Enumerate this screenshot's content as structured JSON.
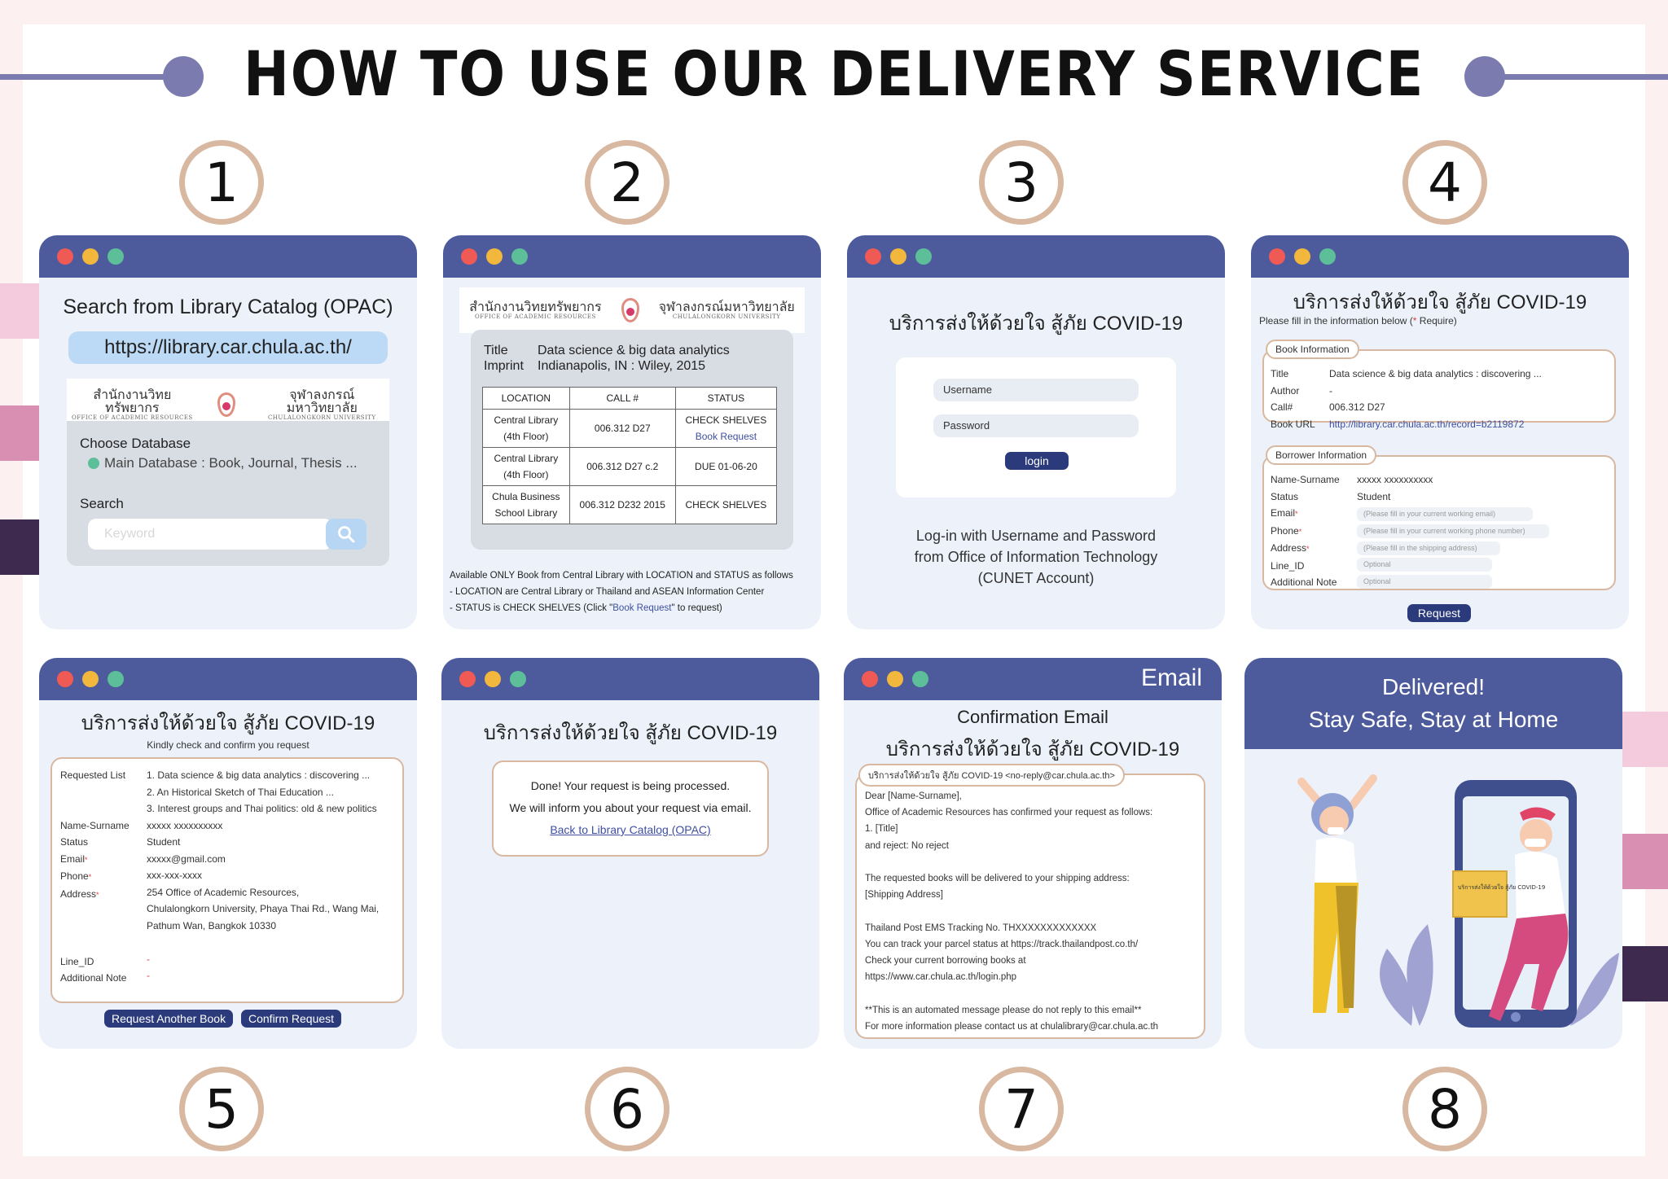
{
  "title": "HOW TO USE OUR DELIVERY SERVICE",
  "colors": {
    "accent": "#4d5b9d",
    "button": "#2a3a7a",
    "circle": "#d8b8a0",
    "deco": "#7c7bb0"
  },
  "steps": [
    "1",
    "2",
    "3",
    "4",
    "5",
    "6",
    "7",
    "8"
  ],
  "logo": {
    "left_th": "สำนักงานวิทยทรัพยากร",
    "left_en": "OFFICE OF ACADEMIC RESOURCES",
    "right_th": "จุฬาลงกรณ์มหาวิทยาลัย",
    "right_en": "CHULALONGKORN UNIVERSITY"
  },
  "service_title": "บริการส่งให้ด้วยใจ สู้ภัย COVID-19",
  "card1": {
    "heading": "Search from Library Catalog (OPAC)",
    "url": "https://library.car.chula.ac.th/",
    "choose_db": "Choose Database",
    "db_option": "Main Database : Book, Journal, Thesis ...",
    "search_label": "Search",
    "keyword_placeholder": "Keyword",
    "search_icon": "magnifier-icon"
  },
  "card2": {
    "title_label": "Title",
    "title_value": "Data science & big data analytics",
    "imprint_label": "Imprint",
    "imprint_value": "Indianapolis, IN : Wiley, 2015",
    "columns": [
      "LOCATION",
      "CALL #",
      "STATUS"
    ],
    "rows": [
      {
        "loc1": "Central Library",
        "loc2": "(4th Floor)",
        "call": "006.312 D27",
        "status": "CHECK SHELVES",
        "link": "Book Request"
      },
      {
        "loc1": "Central Library",
        "loc2": "(4th Floor)",
        "call": "006.312 D27 c.2",
        "status": "DUE 01-06-20",
        "link": ""
      },
      {
        "loc1": "Chula Business",
        "loc2": "School Library",
        "call": "006.312 D232 2015",
        "status": "CHECK SHELVES",
        "link": ""
      }
    ],
    "note1": "Available ONLY Book from Central Library with LOCATION and STATUS as follows",
    "note2": "- LOCATION are Central Library or Thailand and ASEAN Information Center",
    "note3_a": "- STATUS is CHECK SHELVES (Click \"",
    "note3_link": "Book Request",
    "note3_b": "\" to request)"
  },
  "card3": {
    "username_placeholder": "Username",
    "password_placeholder": "Password",
    "login": "login",
    "caption1": "Log-in with Username and Password",
    "caption2": "from Office of Information Technology",
    "caption3": "(CUNET Account)"
  },
  "card4": {
    "subtitle_a": "Please fill in the information below (",
    "subtitle_star": "*",
    "subtitle_b": " Require)",
    "book_info": "Book Information",
    "book_fields": [
      {
        "k": "Title",
        "v": "Data science & big data analytics : discovering ..."
      },
      {
        "k": "Author",
        "v": "-"
      },
      {
        "k": "Call#",
        "v": "006.312 D27"
      },
      {
        "k": "Book URL",
        "v": "http://library.car.chula.ac.th/record=b2119872"
      }
    ],
    "borrower_info": "Borrower Information",
    "borrower_name_k": "Name-Surname",
    "borrower_name_v": "xxxxx xxxxxxxxxx",
    "status_k": "Status",
    "status_v": "Student",
    "email_k": "Email",
    "email_ph": "(Please fill in your current working email)",
    "phone_k": "Phone",
    "phone_ph": "(Please fill in your current working phone number)",
    "address_k": "Address",
    "address_ph": "(Please fill in the shipping address)",
    "line_k": "Line_ID",
    "line_ph": "Optional",
    "note_k": "Additional Note",
    "note_ph": "Optional",
    "request": "Request"
  },
  "card5": {
    "subtitle": "Kindly check and confirm you request",
    "requested_k": "Requested List",
    "requested": [
      "1. Data science & big data analytics : discovering ...",
      "2. An Historical Sketch of Thai Education ...",
      "3. Interest groups and Thai politics: old & new politics"
    ],
    "name_k": "Name-Surname",
    "name_v": "xxxxx xxxxxxxxxx",
    "status_k": "Status",
    "status_v": "Student",
    "email_k": "Email",
    "email_v": "xxxxx@gmail.com",
    "phone_k": "Phone",
    "phone_v": "xxx-xxx-xxxx",
    "address_k": "Address",
    "address_v": [
      "254 Office of Academic Resources,",
      "Chulalongkorn University, Phaya Thai Rd., Wang Mai,",
      "Pathum Wan, Bangkok 10330"
    ],
    "line_k": "Line_ID",
    "line_v": "-",
    "note_k": "Additional Note",
    "note_v": "-",
    "btn_another": "Request Another Book",
    "btn_confirm": "Confirm Request"
  },
  "card6": {
    "done": "Done! Your request is being processed.",
    "inform": "We will inform you about your request via email.",
    "back": "Back to Library Catalog (OPAC)"
  },
  "card7": {
    "bar_label": "Email",
    "heading": "Confirmation Email",
    "from": "บริการส่งให้ด้วยใจ สู้ภัย COVID-19 <no-reply@car.chula.ac.th>",
    "lines": [
      "Dear [Name-Surname],",
      "Office of Academic Resources has confirmed your request as follows:",
      "1. [Title]",
      "and reject: No reject",
      "",
      "The requested books will be delivered to your shipping address:",
      "[Shipping Address]",
      "",
      "Thailand Post EMS Tracking No. THXXXXXXXXXXXXX",
      "You can track your parcel status at https://track.thailandpost.co.th/",
      "Check your current borrowing books at",
      "https://www.car.chula.ac.th/login.php",
      "",
      "**This is an automated message please do not reply to this email**",
      "For more information please contact us at chulalibrary@car.chula.ac.th"
    ]
  },
  "card8": {
    "line1": "Delivered!",
    "line2": "Stay Safe, Stay at Home",
    "box_text": "บริการส่งให้ด้วยใจ สู้ภัย COVID-19"
  }
}
